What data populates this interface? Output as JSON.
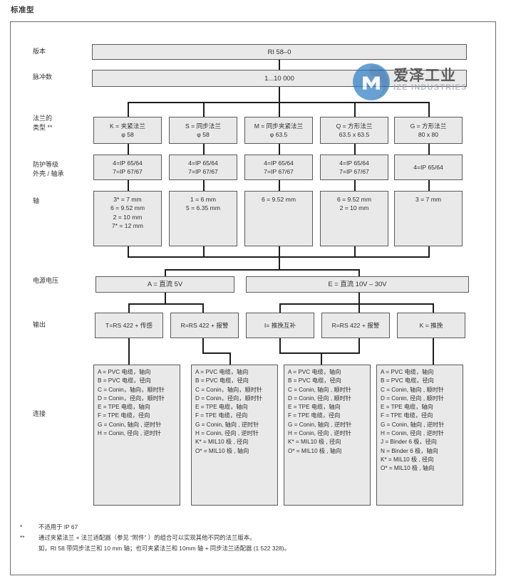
{
  "title": "标准型",
  "rows": {
    "version": {
      "label": "版本",
      "value": "RI 58–0"
    },
    "pulses": {
      "label": "脉冲数",
      "value": "1...10 000"
    },
    "flange": {
      "label": "法兰的\n类型 **"
    },
    "protection": {
      "label": "防护等级\n外壳 / 轴承"
    },
    "shaft": {
      "label": "轴"
    },
    "supply": {
      "label": "电源电压"
    },
    "output": {
      "label": "输出"
    },
    "connection": {
      "label": "连接"
    }
  },
  "flange_types": [
    "K = 夹紧法兰\nφ 58",
    "S = 同步法兰\nφ 58",
    "M = 同步夹紧法兰\nφ 63.5",
    "Q = 方形法兰\n63.5 x 63.5",
    "G = 方形法兰\n80 x 80"
  ],
  "protection_levels": [
    "4=IP 65/64\n7=IP 67/67",
    "4=IP 65/64\n7=IP 67/67",
    "4=IP 65/64\n7=IP 67/67",
    "4=IP 65/64\n7=IP 67/67",
    "4=IP 65/64"
  ],
  "shafts": [
    "3* = 7 mm\n6 = 9.52 mm\n2 = 10 mm\n7* = 12 mm",
    "1 = 6 mm\n5 = 6.35 mm",
    "6 = 9.52 mm",
    "6 = 9.52 mm\n2 = 10 mm",
    "3 = 7 mm"
  ],
  "supplies": [
    "A = 直流 5V",
    "E = 直流 10V – 30V"
  ],
  "outputs": [
    "T=RS 422 + 传感",
    "R=RS 422 + 报警",
    "I= 推挽互补",
    "R=RS 422 + 报警",
    "K = 推挽"
  ],
  "connections": [
    "A = PVC 电缆，轴向\nB = PVC 电缆，径向\nC = Conin，轴向，顺时针\nD = Conin，径向，顺时针\nE = TPE 电缆，轴向\nF = TPE 电缆，径向\nG = Conin, 轴向 , 逆时针\nH = Conin, 径向 , 逆时针",
    "A = PVC 电缆，轴向\nB = PVC 电缆，径向\nC = Conin，轴向，顺时针\nD = Conin，径向，顺时针\nE = TPE 电缆，轴向\nF = TPE 电缆，径向\nG = Conin, 轴向 , 逆时针\nH = Conin, 径向 , 逆时针\nK* = MIL10 极 , 径向\nO* = MIL10 极 , 轴向",
    "A = PVC 电缆，轴向\nB = PVC 电缆，径向\nC = Conin, 轴向 , 顺时针\nD = Conin, 径向 , 顺时针\nE = TPE 电缆，轴向\nF = TPE 电缆，径向\nG = Conin, 轴向 , 逆时针\nH = Conin, 径向 , 逆时针\nK* = MIL10 极 , 径向\nO* = MIL10 极 , 轴向",
    "A = PVC 电缆，轴向\nB = PVC 电缆，径向\nC = Conin, 轴向 , 顺时针\nD = Conin, 径向 , 顺时针\nE = TPE 电缆，轴向\nF = TPE 电缆，径向\nG = Conin, 轴向 , 逆时针\nH = Conin, 径向 , 逆时针\nJ = Binder 6 极，径向\nN = Binder 6 极，轴向\nK* = MIL10 极 , 径向\nO* = MIL10 极 , 轴向"
  ],
  "footnotes": [
    {
      "mark": "*",
      "text": "不适用于 IP 67"
    },
    {
      "mark": "**",
      "text": "通过夹紧法兰 + 法兰适配器（参见 “附件” ）的组合可以实现其他不同的法兰版本。\n如，RI 58 带同步法兰和 10 mm 轴；也可夹紧法兰和 10mm 轴 + 同步法兰适配器 (1 522 328)。"
    }
  ],
  "watermark": {
    "cn": "爱泽工业",
    "en": "IZE INDUSTRIES",
    "color": "#2f7fc4"
  }
}
